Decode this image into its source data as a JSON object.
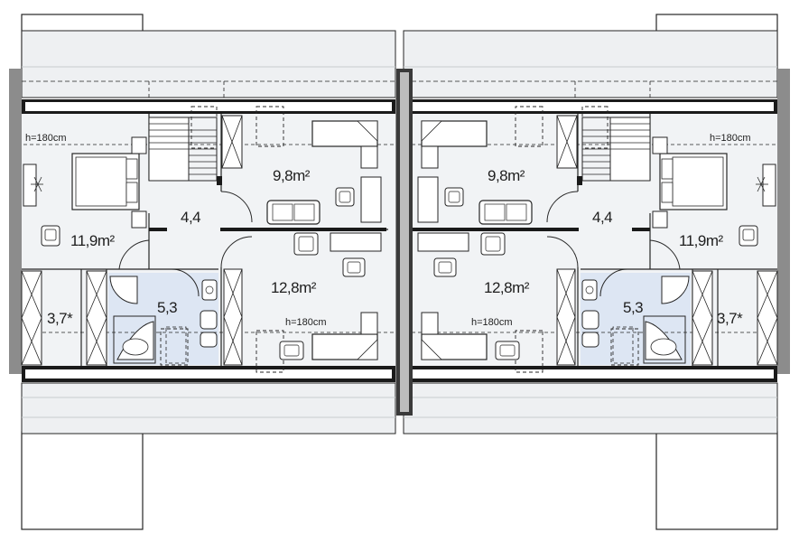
{
  "colors": {
    "line": "#262626",
    "wall": "#1a1a1a",
    "side_wall": "#8c8c8c",
    "floor": "#f1f3f5",
    "roof": "#eef0f2",
    "bath": "#dde6f3",
    "white": "#ffffff"
  },
  "icons": [
    "bed-icon",
    "sofa-icon",
    "armchair-icon",
    "wardrobe-icon",
    "stair-icon",
    "bathtub-icon",
    "toilet-icon",
    "sink-icon",
    "lamp-icon"
  ],
  "left_unit": {
    "bedroom": {
      "area": "11,9m²",
      "height_note": "h=180cm"
    },
    "hall": {
      "area": "4,4"
    },
    "living_top": {
      "area": "9,8m²"
    },
    "living_bottom": {
      "area": "12,8m²",
      "height_note": "h=180cm"
    },
    "bathroom": {
      "area": "5,3"
    },
    "storage": {
      "area": "3,7*"
    }
  },
  "right_unit": {
    "bedroom": {
      "area": "11,9m²",
      "height_note": "h=180cm"
    },
    "hall": {
      "area": "4,4"
    },
    "living_top": {
      "area": "9,8m²"
    },
    "living_bottom": {
      "area": "12,8m²",
      "height_note": "h=180cm"
    },
    "bathroom": {
      "area": "5,3"
    },
    "storage": {
      "area": "3,7*"
    }
  }
}
